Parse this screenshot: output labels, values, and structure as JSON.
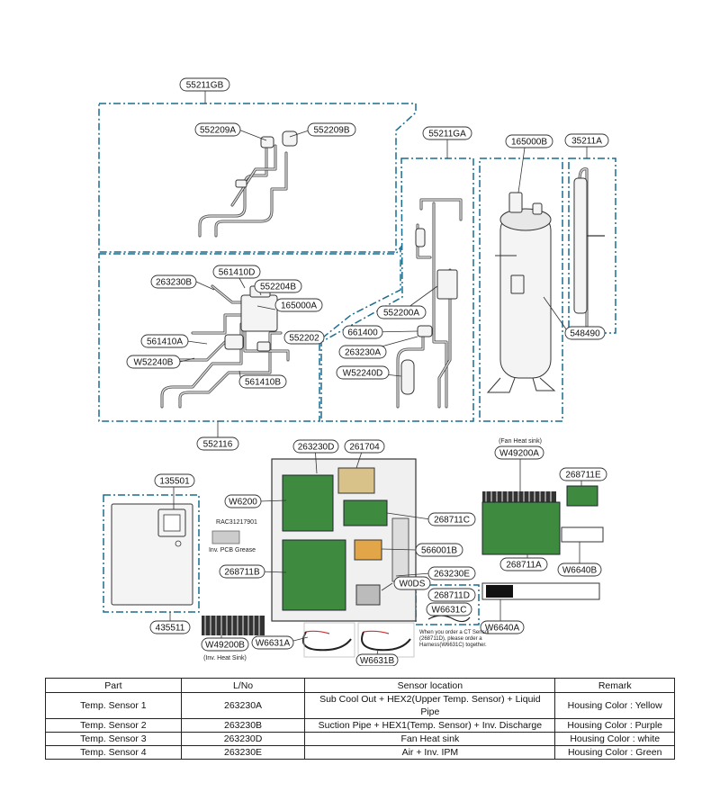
{
  "diagram": {
    "labels": {
      "p55211GB": "55211GB",
      "p552209A": "552209A",
      "p552209B": "552209B",
      "p55211GA": "55211GA",
      "p165000B": "165000B",
      "p35211A": "35211A",
      "p263230B": "263230B",
      "p561410D": "561410D",
      "p552204B": "552204B",
      "p165000A": "165000A",
      "p561410A": "561410A",
      "pW52240B": "W52240B",
      "p561410B": "561410B",
      "p552202": "552202",
      "p552200A": "552200A",
      "p661400": "661400",
      "p263230A": "263230A",
      "pW52240D": "W52240D",
      "p548490": "548490",
      "p552116": "552116",
      "p263230D": "263230D",
      "p261704": "261704",
      "pW6200": "W6200",
      "p268711C": "268711C",
      "p566001B": "566001B",
      "p268711B": "268711B",
      "p263230E": "263230E",
      "pW0DS": "W0DS",
      "p268711D": "268711D",
      "pW6631C": "W6631C",
      "p135501": "135501",
      "p435511": "435511",
      "pW49200B": "W49200B",
      "pW6631A": "W6631A",
      "pW6631B": "W6631B",
      "pW49200A": "W49200A",
      "p268711E": "268711E",
      "p268711A": "268711A",
      "pW6640B": "W6640B",
      "pW6640A": "W6640A"
    },
    "notes": {
      "fan_heat_sink": "(Fan Heat sink)",
      "inv_heat_sink": "(Inv. Heat Sink)",
      "grease_code": "RAC31217901",
      "grease_label": "Inv. PCB Grease",
      "ct_note_1": "When you order a CT Sensor",
      "ct_note_2": "(268711D), please order a",
      "ct_note_3": "Harness(W6631C) together."
    }
  },
  "table": {
    "headers": {
      "part": "Part",
      "lno": "L/No",
      "location": "Sensor location",
      "remark": "Remark"
    },
    "rows": [
      {
        "part": "Temp. Sensor 1",
        "lno": "263230A",
        "location": "Sub Cool Out + HEX2(Upper Temp. Sensor) + Liquid Pipe",
        "remark": "Housing Color : Yellow"
      },
      {
        "part": "Temp. Sensor 2",
        "lno": "263230B",
        "location": "Suction Pipe + HEX1(Temp. Sensor) + Inv. Discharge",
        "remark": "Housing Color : Purple"
      },
      {
        "part": "Temp. Sensor 3",
        "lno": "263230D",
        "location": "Fan Heat sink",
        "remark": "Housing Color : white"
      },
      {
        "part": "Temp. Sensor 4",
        "lno": "263230E",
        "location": "Air + Inv. IPM",
        "remark": "Housing Color : Green"
      }
    ]
  },
  "colors": {
    "frame": "#1a6d8f",
    "pcb": "#3e8a3e"
  }
}
